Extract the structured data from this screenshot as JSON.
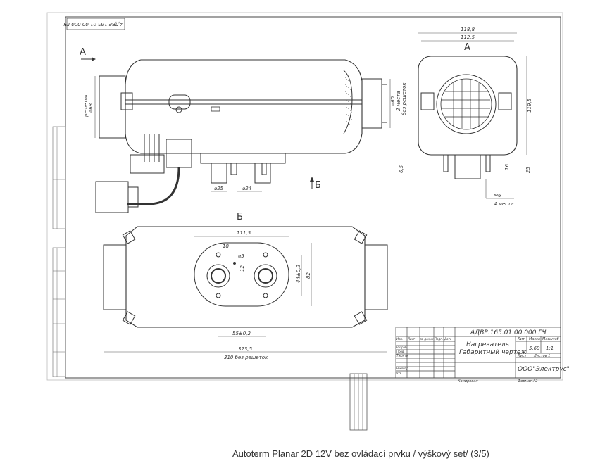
{
  "caption": "Autoterm Planar 2D 12V bez ovládací prvku / výškový set/  (3/5)",
  "drawing": {
    "stamp_rotated": "АДВР.165.01.00.000 ГЧ",
    "views": {
      "a_marker": "A",
      "a_view": "A",
      "b_marker": "Б",
      "b_view": "Б"
    },
    "dims": {
      "d68": "⌀68",
      "reshetok": "решеток",
      "d60": "⌀60",
      "mesta2": "2 места",
      "bez_reshetok": "без решеток",
      "d25": "⌀25",
      "d24": "⌀24",
      "w1188": "118,8",
      "w1125": "112,5",
      "h1195": "119,5",
      "d65": "6,5",
      "d16": "16",
      "d25b": "25",
      "m6": "М6",
      "mesta4": "4 места",
      "w1115": "111,5",
      "w18": "18",
      "d5": "⌀5",
      "d12": "12",
      "h44": "44±0,2",
      "h82": "82",
      "w55": "55±0,2",
      "w3235": "323,5",
      "w310": "310 без решеток"
    },
    "title_block": {
      "doc_code": "АДВР.165.01.00.000 ГЧ",
      "name_line1": "Нагреватель",
      "name_line2": "Габаритный чертеж",
      "mass": "5,69",
      "scale": "1:1",
      "company": "ООО\"Электрус\"",
      "format": "Формат   А2",
      "copied": "Копировал",
      "col_lit": "Лит.",
      "col_mass": "Масса",
      "col_scale": "Масштаб",
      "sheet": "Лист",
      "sheets": "Листов   1",
      "r_razrab": "Разраб.",
      "r_prov": "Пров.",
      "r_tkontr": "Т.контр.",
      "r_nkontr": "Н.контр.",
      "r_utv": "Утв.",
      "h_izm": "Изм.",
      "h_list": "Лист",
      "h_ndok": "№ докум.",
      "h_podp": "Подп.",
      "h_data": "Дата"
    }
  }
}
